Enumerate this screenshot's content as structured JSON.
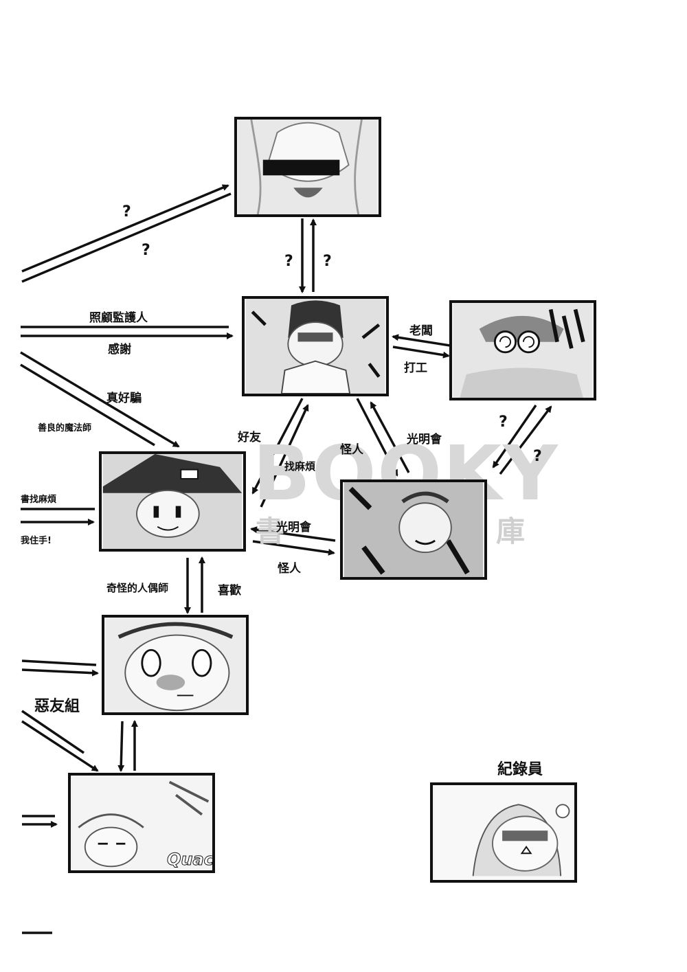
{
  "labels": {
    "q1": "?",
    "q2": "?",
    "q3": "?",
    "q4": "?",
    "q5": "?",
    "q6": "?",
    "caretaker": "照顧監護人",
    "thanks": "感謝",
    "easy_to_fool": "真好騙",
    "kind_magician": "善良的魔法師",
    "boss": "老闆",
    "part_time": "打工",
    "good_friend": "好友",
    "trouble_maker": "找麻煩",
    "weirdo1": "怪人",
    "guangming1": "光明會",
    "trouble_left": "書找麻煩",
    "stop_it": "我住手!",
    "guangming2": "光明會",
    "weirdo2": "怪人",
    "weird_puppeteer": "奇怪的人偶師",
    "likes": "喜歡",
    "bad_friends": "惡友組",
    "recorder": "紀錄員",
    "quack": "Quac"
  },
  "watermark": {
    "logo": "BOOKY",
    "subtitle": [
      "書",
      "集",
      "庫"
    ]
  },
  "colors": {
    "ink": "#111111",
    "panel_bg": "#f2f2f2",
    "watermark": "#cfcfcf"
  }
}
